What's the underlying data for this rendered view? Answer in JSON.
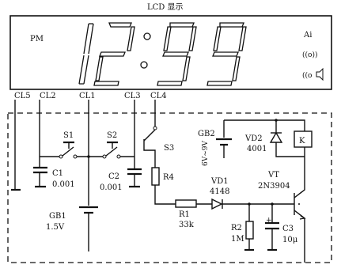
{
  "title": "LCD 显示",
  "display": {
    "pm": "PM",
    "alarm": "Ai",
    "wave1": "((o))",
    "wave2": "((o"
  },
  "pins": [
    "CL5",
    "CL2",
    "CL1",
    "CL3",
    "CL4"
  ],
  "components": {
    "s1": "S1",
    "s2": "S2",
    "s3": "S3",
    "c1": "C1",
    "c1_val": "0.001",
    "c2": "C2",
    "c2_val": "0.001",
    "gb1": "GB1",
    "gb1_val": "1.5V",
    "r4": "R4",
    "r1": "R1",
    "r1_val": "33k",
    "gb2": "GB2",
    "gb2_val": "6V~9V",
    "vd2": "VD2",
    "vd2_val": "4001",
    "k": "K",
    "vd1": "VD1",
    "vd1_val": "4148",
    "vt": "VT",
    "vt_val": "2N3904",
    "r2": "R2",
    "r2_val": "1M",
    "c3": "C3",
    "c3_val": "10μ"
  }
}
